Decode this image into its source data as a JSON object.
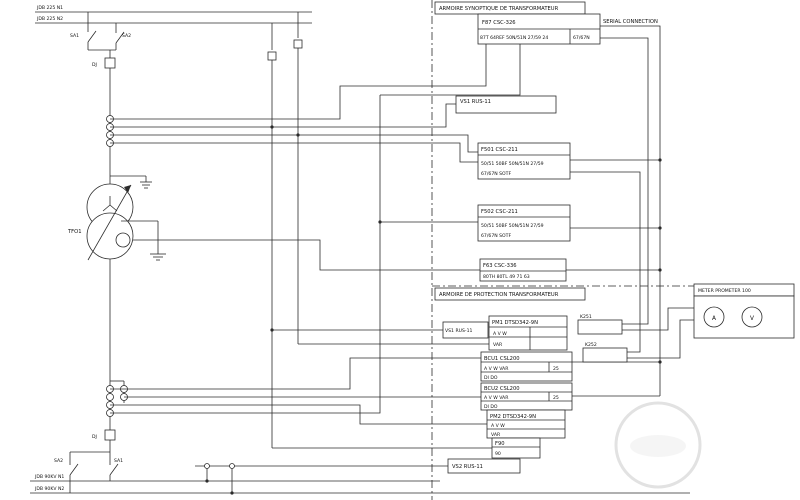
{
  "colors": {
    "line": "#2b2b2b",
    "background": "#ffffff",
    "watermark": "#e2e2e2"
  },
  "buses": {
    "top_n1": "JDB 225 N1",
    "top_n2": "JDB 225 N2",
    "bottom_n1": "JDB 90KV N1",
    "bottom_n2": "JDB 90KV N2"
  },
  "hv_bay": {
    "sa1": "SA1",
    "sa2": "SA2",
    "dj": "DJ"
  },
  "lv_bay": {
    "sa1": "SA1",
    "sa2": "SA2",
    "dj": "DJ"
  },
  "transformer": {
    "label": "TFO1"
  },
  "sections": {
    "synoptique_title": "ARMOIRE SYNOPTIQUE DE TRANSFORMATEUR",
    "protection_title": "ARMOIRE DE PROTECTION TRANSFORMATEUR",
    "meter_title": "METER PROMETER 100",
    "serial_label": "SERIAL CONNECTION"
  },
  "relays": {
    "f87": {
      "title": "F87 CSC-326",
      "functions": "87T 64REF 50N/51N 27/59 24",
      "cell": "67/67N"
    },
    "vs1_top": {
      "title": "VS1 RUS-11"
    },
    "f501": {
      "title": "F501 CSC-211",
      "row1": "50/51 50BF 50N/51N 27/59",
      "row2": "67/67N SOTF"
    },
    "f502": {
      "title": "F502 CSC-211",
      "row1": "50/51 50BF 50N/51N 27/59",
      "row2": "67/67N SOTF"
    },
    "f63": {
      "title": "F63 CSC-336",
      "row1": "80TH 80TL 49 71 63"
    },
    "vs1_bottom": {
      "title": "VS1 RUS-11"
    },
    "pm1": {
      "title": "PM1 DTSD342-9N",
      "row1": "A  V  W",
      "row2": "VAR"
    },
    "bcu1": {
      "title": "BCU1 CSL200",
      "row1": "A  V  W  VAR",
      "cell": "25",
      "row2": "DI  DO"
    },
    "bcu2": {
      "title": "BCU2 CSL200",
      "row1": "A  V  W  VAR",
      "cell": "25",
      "row2": "DI  DO"
    },
    "pm2": {
      "title": "PM2 DTSD342-9N",
      "row1": "A  V  W",
      "row2": "VAR"
    },
    "f90": {
      "title": "F90",
      "row1": "90"
    },
    "k251": {
      "title": "K251"
    },
    "k252": {
      "title": "K252"
    },
    "vs2": {
      "title": "VS2 RUS-11"
    }
  },
  "meters": {
    "ammeter": "A",
    "voltmeter": "V"
  }
}
